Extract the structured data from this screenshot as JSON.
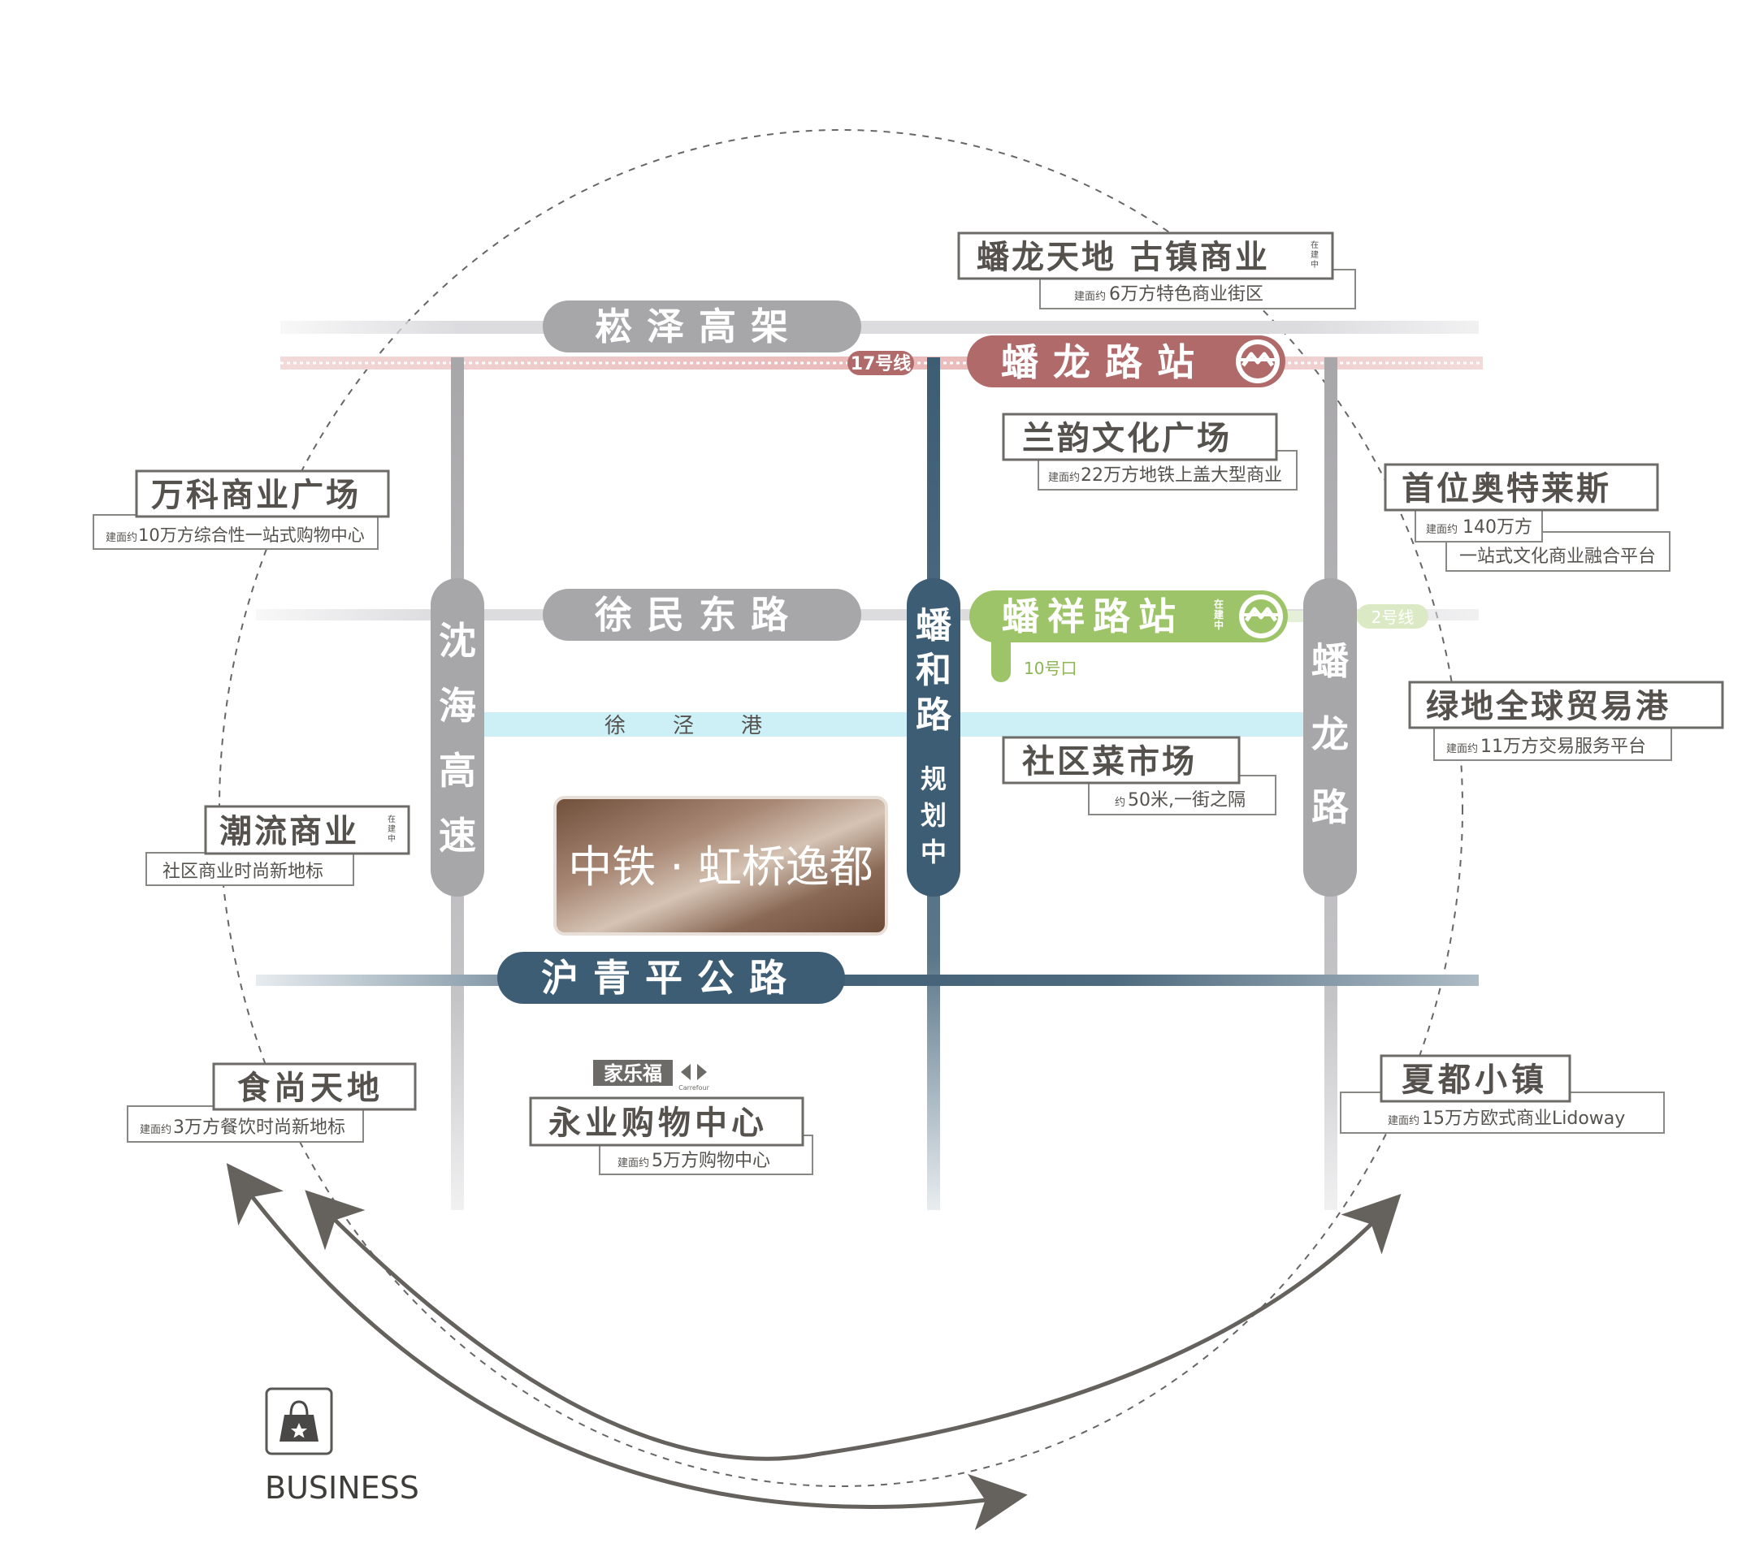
{
  "roads": {
    "songze": "崧泽高架",
    "xumin": "徐民东路",
    "huqing": "沪青平公路",
    "shenhai": "沈海高速",
    "panhe": "蟠和路",
    "panhe_status": "规划中",
    "panlong": "蟠龙路",
    "river": "徐泾港"
  },
  "stations": {
    "panlong_station": "蟠龙路站",
    "line17": "17号线",
    "panxiang_station": "蟠祥路站",
    "panxiang_status": "在建中",
    "line2": "2号线",
    "exit10": "10号口"
  },
  "project": {
    "name": "中铁 · 虹桥逸都"
  },
  "pois": {
    "panlong_tiandi": {
      "title": "蟠龙天地 古镇商业",
      "tag": "在建中",
      "note_prefix": "建面约",
      "note": "6万方特色商业街区"
    },
    "lanyun": {
      "title": "兰韵文化广场",
      "note_prefix": "建面约",
      "note": "22万方地铁上盖大型商业"
    },
    "wanke": {
      "title": "万科商业广场",
      "note_prefix": "建面约",
      "note": "10万方综合性一站式购物中心"
    },
    "shouwei": {
      "title": "首位奥特莱斯",
      "note_prefix": "建面约",
      "note": "140万方",
      "note2": "一站式文化商业融合平台"
    },
    "lvdi": {
      "title": "绿地全球贸易港",
      "note_prefix": "建面约",
      "note": "11万方交易服务平台"
    },
    "shequ": {
      "title": "社区菜市场",
      "note_prefix": "约",
      "note": "50米,一街之隔"
    },
    "chaoliu": {
      "title": "潮流商业",
      "tag": "在建中",
      "note": "社区商业时尚新地标"
    },
    "shishang": {
      "title": "食尚天地",
      "note_prefix": "建面约",
      "note": "3万方餐饮时尚新地标"
    },
    "yongye": {
      "title": "永业购物中心",
      "note_prefix": "建面约",
      "note": "5万方购物中心",
      "brand": "家乐福",
      "brand_en": "Carrefour"
    },
    "xiadu": {
      "title": "夏都小镇",
      "note_prefix": "建面约",
      "note": "15万方欧式商业Lidoway"
    }
  },
  "legend": {
    "label": "BUSINESS",
    "icon": "shopping-bag-icon"
  },
  "colors": {
    "gray_road": "#a7a6a9",
    "line17": "#b06a6a",
    "line2": "#9ec46a",
    "blue_road": "#3d5d74",
    "river": "#cdf0f7",
    "label_text": "#55524e"
  }
}
